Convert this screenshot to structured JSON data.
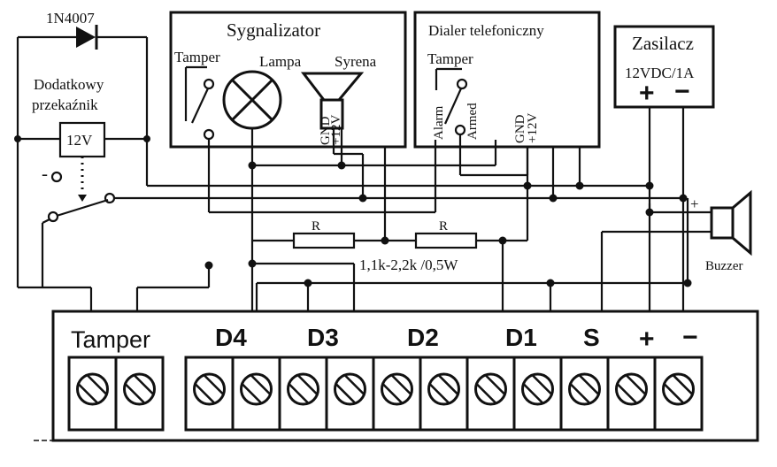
{
  "diode_label": "1N4007",
  "relay": {
    "title_line1": "Dodatkowy",
    "title_line2": "przekaźnik",
    "coil": "12V"
  },
  "siren": {
    "title": "Sygnalizator",
    "tamper": "Tamper",
    "lamp": "Lampa",
    "syrena": "Syrena",
    "gnd": "GND",
    "plus12": "+12V"
  },
  "dialer": {
    "title": "Dialer telefoniczny",
    "tamper": "Tamper",
    "alarm": "Alarm",
    "armed": "Armed",
    "gnd": "GND",
    "plus12": "+12V"
  },
  "psu": {
    "title": "Zasilacz",
    "spec": "12VDC/1A",
    "plus": "+",
    "minus": "−"
  },
  "resistor_label": "R",
  "resistor_spec": "1,1k-2,2k /0,5W",
  "buzzer": {
    "label": "Buzzer",
    "plus": "+"
  },
  "relay_minus": "-",
  "terminals": {
    "tamper": "Tamper",
    "d4": "D4",
    "d3": "D3",
    "d2": "D2",
    "d1": "D1",
    "s": "S",
    "plus": "+",
    "minus": "−"
  }
}
